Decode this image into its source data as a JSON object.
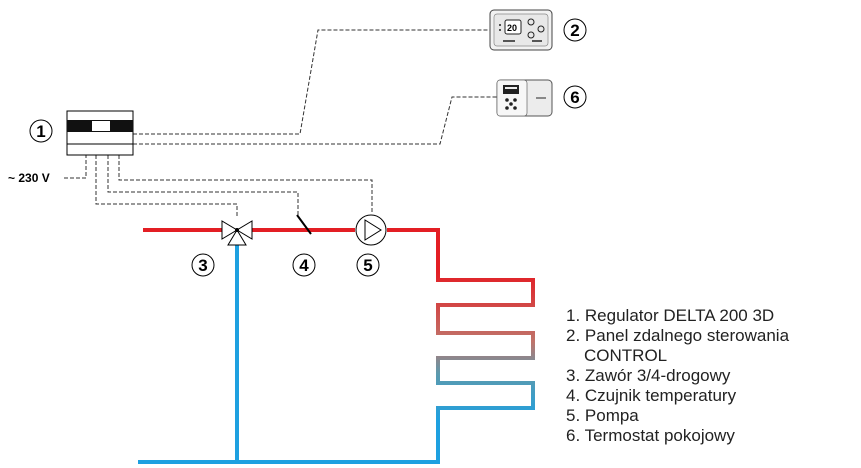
{
  "colors": {
    "supply_pipe": "#e31e24",
    "return_pipe": "#1ea0e0",
    "signal_line": "#333333"
  },
  "supply_label": "~ 230 V",
  "markers": {
    "regulator": "1",
    "control_panel": "2",
    "valve": "3",
    "temp_sensor": "4",
    "pump": "5",
    "room_thermostat": "6"
  },
  "panel_display": "20",
  "legend": [
    {
      "text": "1. Regulator DELTA 200 3D"
    },
    {
      "text": "2. Panel zdalnego sterowania",
      "cont": "CONTROL"
    },
    {
      "text": "3. Zawór 3/4-drogowy"
    },
    {
      "text": "4. Czujnik temperatury"
    },
    {
      "text": "5. Pompa"
    },
    {
      "text": "6. Termostat pokojowy"
    }
  ]
}
